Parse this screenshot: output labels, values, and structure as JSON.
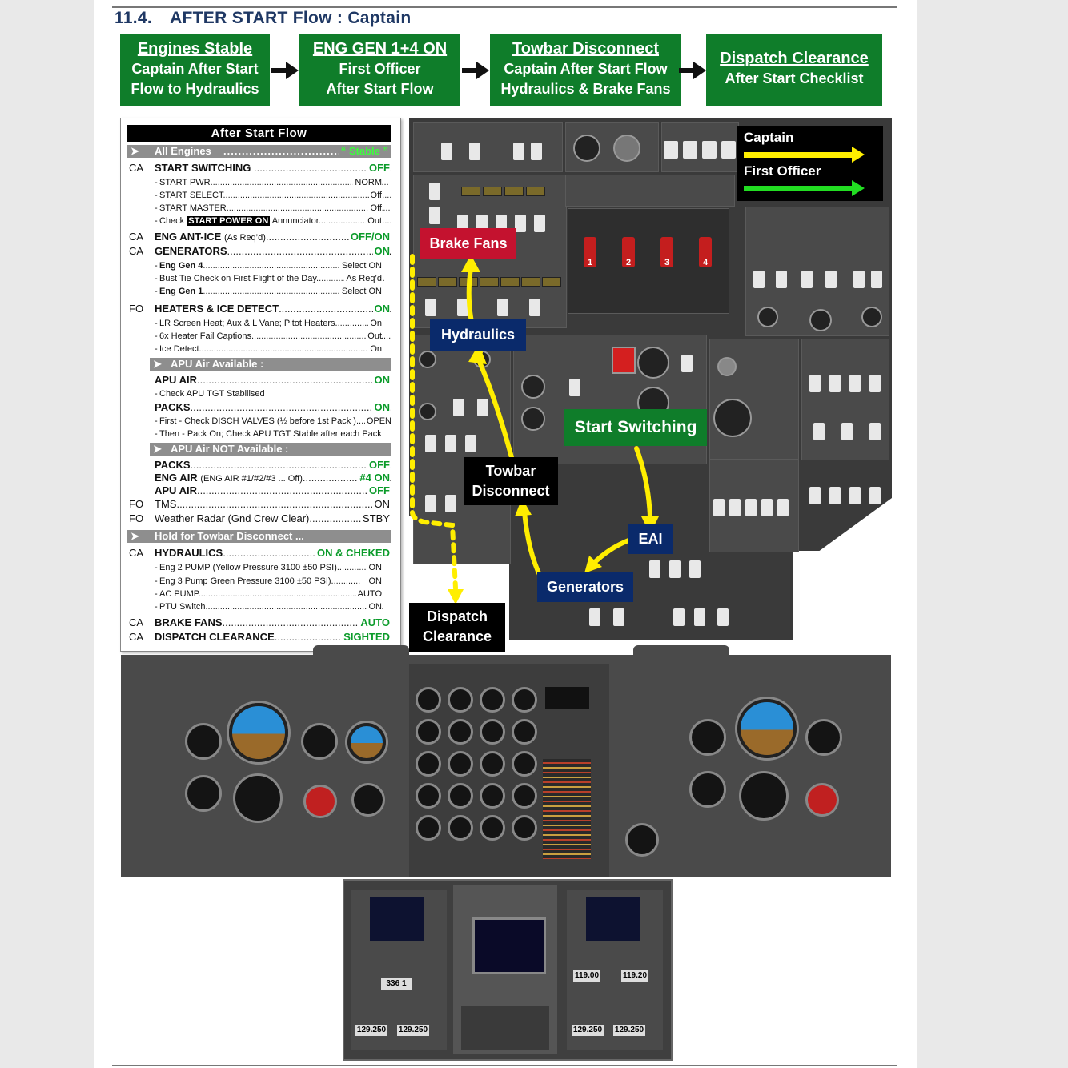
{
  "title": {
    "number": "11.4.",
    "text": "AFTER START Flow : Captain"
  },
  "flow_boxes": [
    {
      "heading": "Engines Stable",
      "line1": "Captain After Start",
      "line2": "Flow to Hydraulics"
    },
    {
      "heading": "ENG GEN 1+4 ON",
      "line1": "First Officer",
      "line2": "After Start Flow"
    },
    {
      "heading": "Towbar Disconnect",
      "line1": "Captain After Start Flow",
      "line2": "Hydraulics & Brake Fans"
    },
    {
      "heading": "Dispatch Clearance",
      "line1": "After Start Checklist"
    }
  ],
  "checklist": {
    "title": "After Start Flow",
    "all_engines": {
      "label": "All Engines",
      "value": "“ Stable ”"
    },
    "start_switching": {
      "who": "CA",
      "item": "START SWITCHING",
      "value": "OFF"
    },
    "start_pwr": {
      "item": "START PWR",
      "value": "NORM"
    },
    "start_select": {
      "item": "START SELECT",
      "value": "Off"
    },
    "start_master": {
      "item": "START MASTER",
      "value": "Off"
    },
    "check_ann": {
      "pre": "Check",
      "boxed": "START POWER ON",
      "post": "Annunciator",
      "value": "Out"
    },
    "eng_anti_ice": {
      "who": "CA",
      "item": "ENG ANT-ICE",
      "note": "(As Req’d)",
      "value": "OFF/ON"
    },
    "generators": {
      "who": "CA",
      "item": "GENERATORS",
      "value": "ON"
    },
    "eng_gen_4": {
      "item": "Eng Gen 4",
      "value": "Select ON"
    },
    "bust_tie": {
      "item": "Bust Tie Check on First Flight of the Day",
      "value": "As Req’d"
    },
    "eng_gen_1": {
      "item": "Eng Gen 1",
      "value": "Select ON"
    },
    "heaters": {
      "who": "FO",
      "item": "HEATERS & ICE DETECT",
      "value": "ON"
    },
    "lr_screen": {
      "item": "LR Screen Heat; Aux & L Vane; Pitot Heaters",
      "value": "On"
    },
    "heater_fail": {
      "item": "6x Heater Fail Captions",
      "value": "Out"
    },
    "ice_detect": {
      "item": "Ice Detect",
      "value": "On"
    },
    "apu_available": "APU Air Available :",
    "apu_air_1": {
      "item": "APU AIR",
      "value": "ON"
    },
    "check_apu_tgt": {
      "item": "Check APU TGT Stabilised"
    },
    "packs_1": {
      "item": "PACKS",
      "value": "ON"
    },
    "first_check": {
      "item": "First - Check DISCH VALVES (½ before 1st Pack )",
      "value": "OPEN"
    },
    "then_pack": {
      "item": "Then - Pack On; Check APU TGT Stable after each Pack"
    },
    "apu_not_available": "APU Air NOT Available :",
    "packs_2": {
      "item": "PACKS",
      "value": "OFF"
    },
    "eng_air": {
      "item": "ENG AIR",
      "note": "(ENG AIR #1/#2/#3 ... Off)",
      "value": "#4 ON"
    },
    "apu_air_2": {
      "item": "APU AIR",
      "value": "OFF"
    },
    "tms": {
      "who": "FO",
      "item": "TMS",
      "value": "ON"
    },
    "wx_radar": {
      "who": "FO",
      "item": "Weather Radar (Gnd Crew Clear)",
      "value": "STBY"
    },
    "hold_towbar": "Hold for Towbar Disconnect ...",
    "hydraulics": {
      "who": "CA",
      "item": "HYDRAULICS",
      "value": "ON & CHEKED"
    },
    "eng2_pump": {
      "item": "Eng 2 PUMP (Yellow Pressure 3100 ±50 PSI)",
      "value": "ON"
    },
    "eng3_pump": {
      "item": "Eng 3 Pump Green Pressure 3100 ±50 PSI)",
      "value": "ON"
    },
    "ac_pump": {
      "item": "AC PUMP",
      "value": "AUTO"
    },
    "ptu": {
      "item": "PTU Switch",
      "value": "ON"
    },
    "brake_fans": {
      "who": "CA",
      "item": "BRAKE FANS",
      "value": "AUTO"
    },
    "dispatch": {
      "who": "CA",
      "item": "DISPATCH CLEARANCE",
      "value": "SIGHTED"
    }
  },
  "overhead_labels": {
    "brake_fans": "Brake Fans",
    "hydraulics": "Hydraulics",
    "start_switching": "Start Switching",
    "towbar_line1": "Towbar",
    "towbar_line2": "Disconnect",
    "eai": "EAI",
    "generators": "Generators",
    "dispatch_line1": "Dispatch",
    "dispatch_line2": "Clearance"
  },
  "legend": {
    "captain": "Captain",
    "first_officer": "First Officer"
  },
  "engine_handles": [
    "1",
    "2",
    "3",
    "4"
  ],
  "colors": {
    "flow_green": "#0f7d2a",
    "captain_arrow": "#ffee00",
    "fo_arrow": "#22dd22",
    "brake_fans_red": "#c4122f",
    "hyd_blue": "#0a2a6b"
  },
  "pedestal": {
    "atc": "336 1",
    "freq_left_1": "129.250",
    "freq_left_2": "129.250",
    "freq_right_1": "129.250",
    "freq_right_2": "129.250",
    "nav_left": "119.00",
    "nav_right": "119.20"
  }
}
